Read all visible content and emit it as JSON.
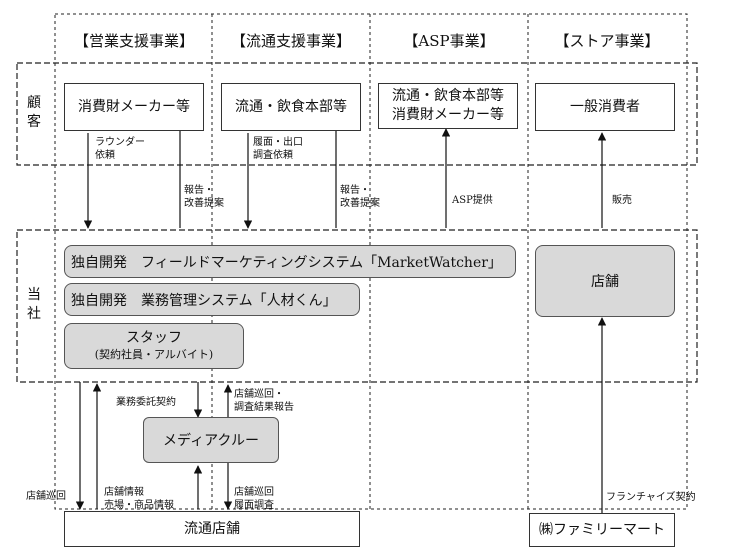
{
  "headers": {
    "sales_support": "【営業支援事業】",
    "distribution_support": "【流通支援事業】",
    "asp": "【ASP事業】",
    "store": "【ストア事業】"
  },
  "rows": {
    "customer": "顧\n客",
    "company": "当\n社"
  },
  "customers": {
    "consumer_goods_maker": "消費財メーカー等",
    "distribution_hq": "流通・飲食本部等",
    "asp_clients": "流通・飲食本部等\n消費財メーカー等",
    "general_consumer": "一般消費者"
  },
  "company_items": {
    "marketwatcher": "独自開発　フィールドマーケティングシステム「MarketWatcher」",
    "jinzai_kun": "独自開発　業務管理システム「人材くん」",
    "staff": "スタッフ",
    "staff_sub": "(契約社員・アルバイト)",
    "store": "店舗"
  },
  "bottom": {
    "media_crew": "メディアクルー",
    "retail_store": "流通店舗",
    "family_mart": "㈱ファミリーマート"
  },
  "labels": {
    "rounder_request": "ラウンダー\n依頼",
    "report_improve_1": "報告・\n改善提案",
    "facing_survey_request": "履面・出口\n調査依頼",
    "report_improve_2": "報告・\n改善提案",
    "asp_provide": "ASP提供",
    "sales": "販売",
    "outsourcing_contract": "業務委託契約",
    "store_visit_report": "店舗巡回・\n調査結果報告",
    "store_visit": "店舗巡回",
    "store_info": "店舗情報\n売場・商品情報",
    "store_visit_facing": "店舗巡回\n履面調査",
    "franchise_contract": "フランチャイズ契約"
  }
}
